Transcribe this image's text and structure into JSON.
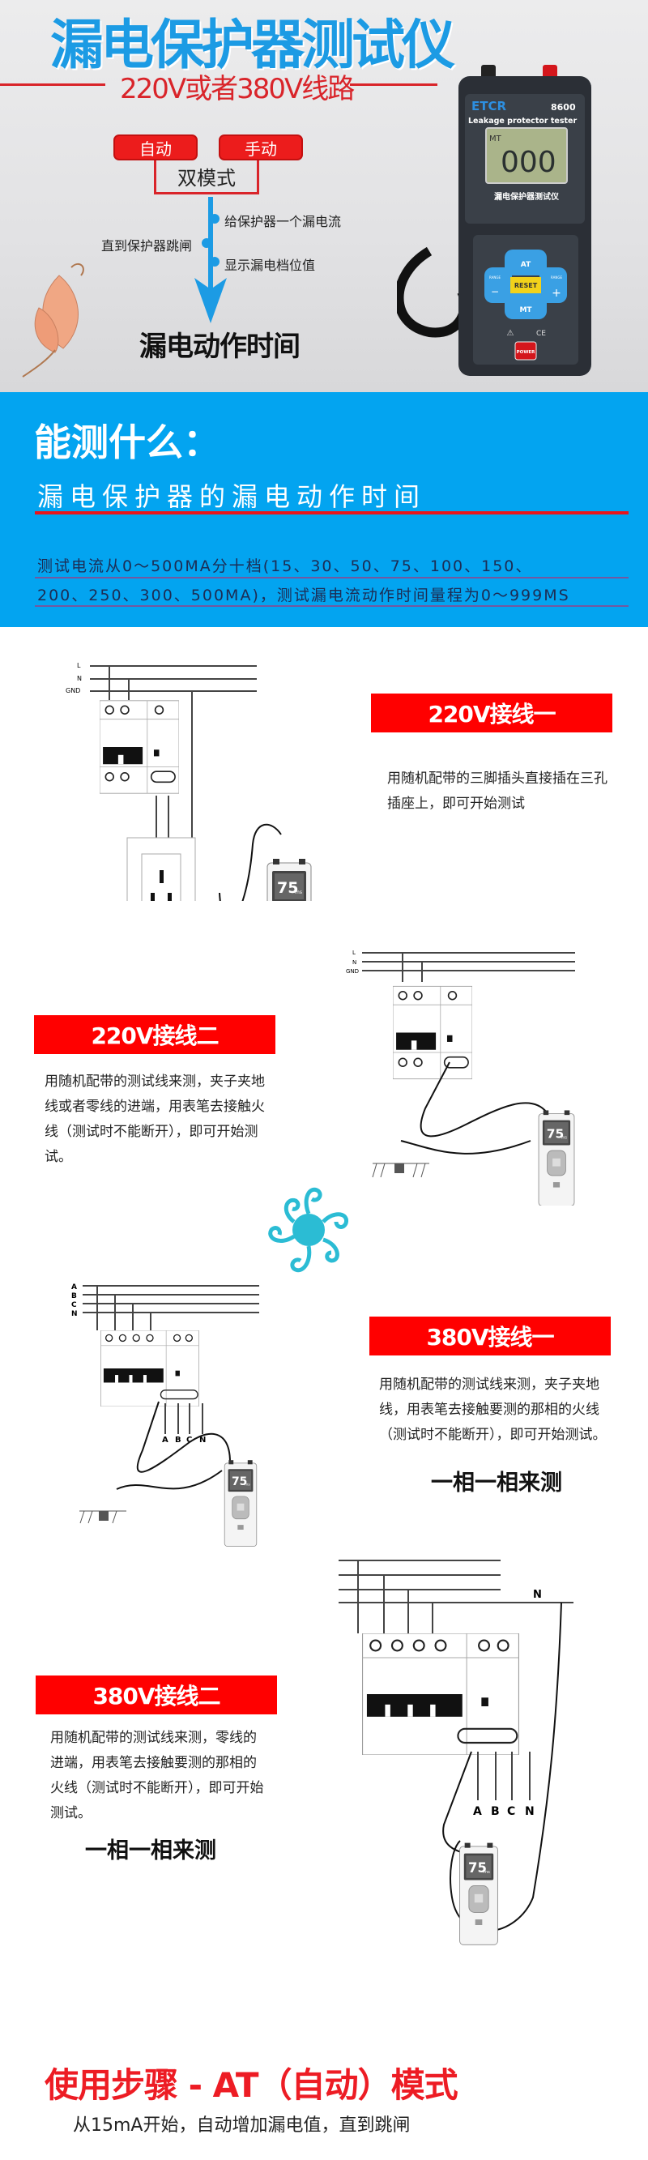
{
  "hero": {
    "title": "漏电保护器测试仪",
    "subtitle": "220V或者380V线路",
    "modes": [
      "自动",
      "手动"
    ],
    "dual_mode": "双模式",
    "flow": {
      "step1": "给保护器一个漏电流",
      "step2": "直到保护器跳闸",
      "step3": "显示漏电档位值",
      "result": "漏电动作时间"
    },
    "device": {
      "brand": "ETCR",
      "model": "8600",
      "name_en": "Leakage protector tester",
      "lcd_mode": "MT",
      "lcd_value": "000",
      "name_cn": "漏电保护器测试仪",
      "keys": {
        "up": "AT",
        "down": "MT",
        "center": "RESET",
        "left": "RANGE",
        "right": "RANGE",
        "minus": "−",
        "plus": "+",
        "power": "POWER"
      },
      "marks": {
        "warning": "⚠",
        "ce": "CE"
      }
    }
  },
  "capabilities": {
    "title": "能测什么：",
    "subtitle": "漏电保护器的漏电动作时间",
    "spec_line1": "测试电流从0～500MA分十档(15、30、50、75、100、150、",
    "spec_line2": "200、250、300、500MA)，测试漏电流动作时间量程为0～999MS"
  },
  "diagram_labels": {
    "L": "L",
    "N": "N",
    "GND": "GND",
    "A": "A",
    "B": "B",
    "C": "C",
    "meter_value": "75",
    "meter_unit": "ms"
  },
  "wiring": [
    {
      "title": "220V接线一",
      "desc": "用随机配带的三脚插头直接插在三孔插座上，即可开始测试"
    },
    {
      "title": "220V接线二",
      "desc": "用随机配带的测试线来测，夹子夹地线或者零线的进端，用表笔去接触火线（测试时不能断开），即可开始测试。"
    },
    {
      "title": "380V接线一",
      "desc": "用随机配带的测试线来测，夹子夹地线，用表笔去接触要测的那相的火线（测试时不能断开），即可开始测试。",
      "note": "一相一相来测"
    },
    {
      "title": "380V接线二",
      "desc": "用随机配带的测试线来测，零线的进端，用表笔去接触要测的那相的火线（测试时不能断开），即可开始测试。",
      "note": "一相一相来测"
    }
  ],
  "steps": {
    "title": "使用步骤 - AT（自动）模式",
    "subtitle": "从15mA开始，自动增加漏电值，直到跳闸"
  },
  "colors": {
    "blue": "#03a4f0",
    "red": "#ff0000",
    "title_blue": "#1c9be4"
  }
}
